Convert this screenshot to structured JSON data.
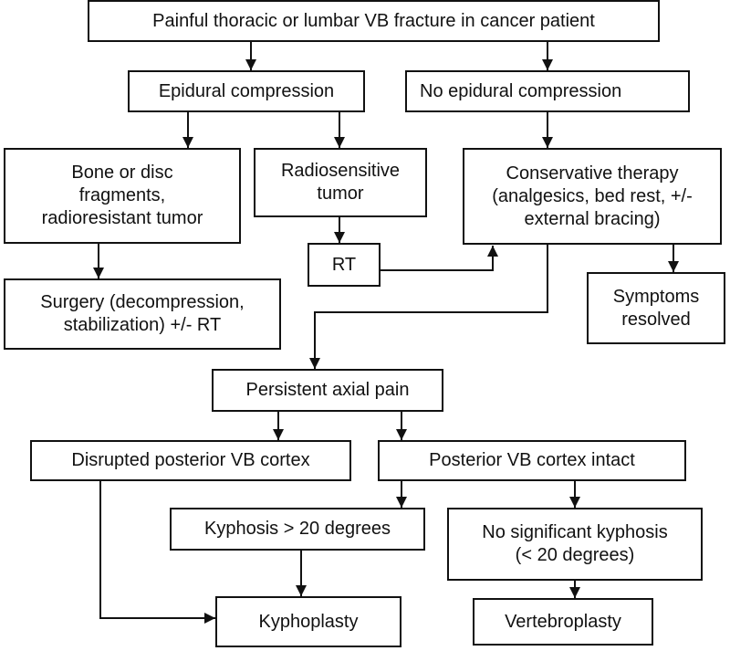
{
  "nodes": {
    "root": "Painful thoracic or lumbar VB fracture in cancer patient",
    "epidural": "Epidural compression",
    "no_epidural": "No epidural compression",
    "bone_fragments": "Bone or disc\nfragments,\nradioresistant tumor",
    "radiosensitive": "Radiosensitive\ntumor",
    "conservative": "Conservative therapy\n(analgesics, bed rest, +/-\nexternal bracing)",
    "rt": "RT",
    "surgery": "Surgery (decompression,\nstabilization) +/- RT",
    "symptoms": "Symptoms\nresolved",
    "persistent": "Persistent axial pain",
    "disrupted": "Disrupted posterior VB cortex",
    "intact": "Posterior VB cortex intact",
    "kyphosis": "Kyphosis > 20 degrees",
    "no_kyphosis": "No significant kyphosis\n(< 20 degrees)",
    "kyphoplasty": "Kyphoplasty",
    "vertebroplasty": "Vertebroplasty"
  }
}
